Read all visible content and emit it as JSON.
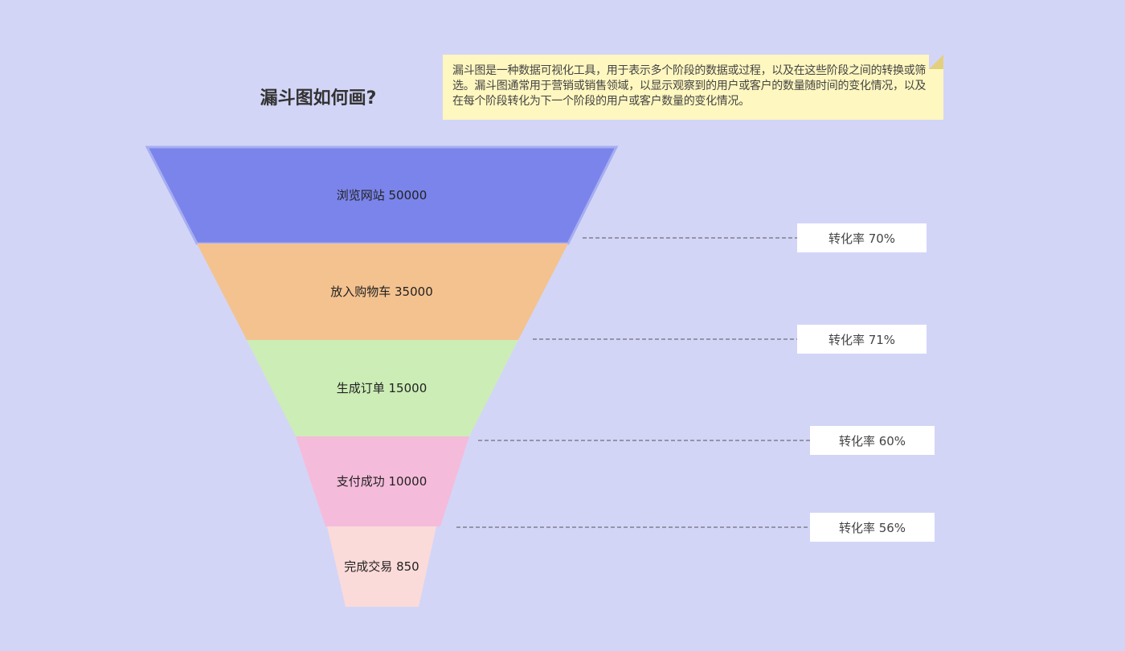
{
  "title": "漏斗图如何画?",
  "note": "漏斗图是一种数据可视化工具，用于表示多个阶段的数据或过程，以及在这些阶段之间的转换或筛选。漏斗图通常用于营销或销售领域，以显示观察到的用户或客户的数量随时间的变化情况，以及在每个阶段转化为下一个阶段的用户或客户数量的变化情况。",
  "stages": [
    {
      "label": "浏览网站 50000",
      "name": "浏览网站",
      "value": 50000,
      "color": "#7a84ea"
    },
    {
      "label": "放入购物车 35000",
      "name": "放入购物车",
      "value": 35000,
      "color": "#f4c28f"
    },
    {
      "label": "生成订单 15000",
      "name": "生成订单",
      "value": 15000,
      "color": "#ccedb6"
    },
    {
      "label": "支付成功 10000",
      "name": "支付成功",
      "value": 10000,
      "color": "#f5bbdb"
    },
    {
      "label": "完成交易 850",
      "name": "完成交易",
      "value": 850,
      "color": "#fadbd9"
    }
  ],
  "rates": [
    "转化率 70%",
    "转化率 71%",
    "转化率 60%",
    "转化率 56%"
  ]
}
